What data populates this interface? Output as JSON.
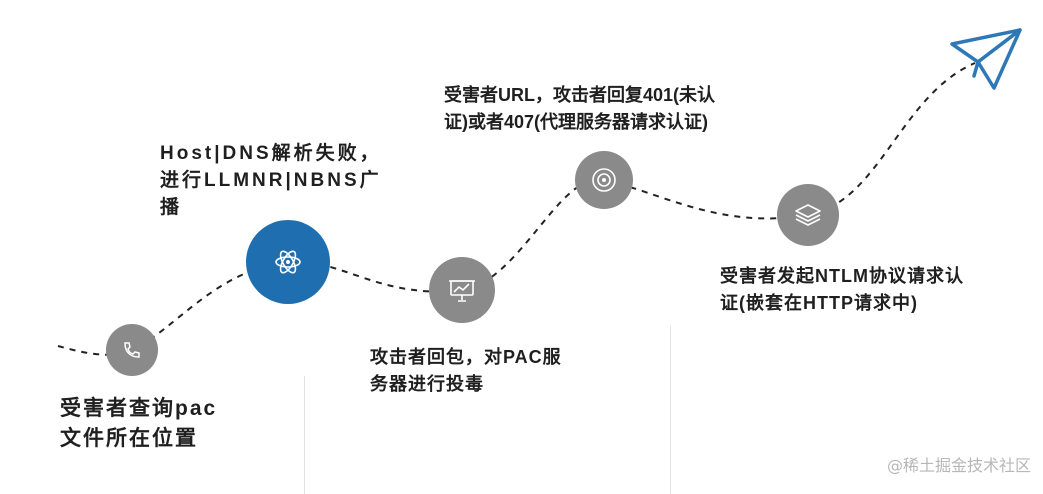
{
  "steps": [
    {
      "label": "受害者查询pac\n文件所在位置",
      "icon": "phone-icon",
      "color": "#8a8a8a"
    },
    {
      "label": "Host|DNS解析失败，\n进行LLMNR|NBNS广\n播",
      "icon": "atom-icon",
      "color": "#1f6fb0"
    },
    {
      "label": "攻击者回包，对PAC服\n务器进行投毒",
      "icon": "presentation-icon",
      "color": "#8a8a8a"
    },
    {
      "label": "受害者URL，攻击者回复401(未认\n证)或者407(代理服务器请求认证)",
      "icon": "target-icon",
      "color": "#8a8a8a"
    },
    {
      "label": "受害者发起NTLM协议请求认\n证(嵌套在HTTP请求中)",
      "icon": "layers-icon",
      "color": "#8a8a8a"
    }
  ],
  "end_icon": "paper-plane-icon",
  "accent_color": "#2f78b7",
  "watermark": "@稀土掘金技术社区"
}
